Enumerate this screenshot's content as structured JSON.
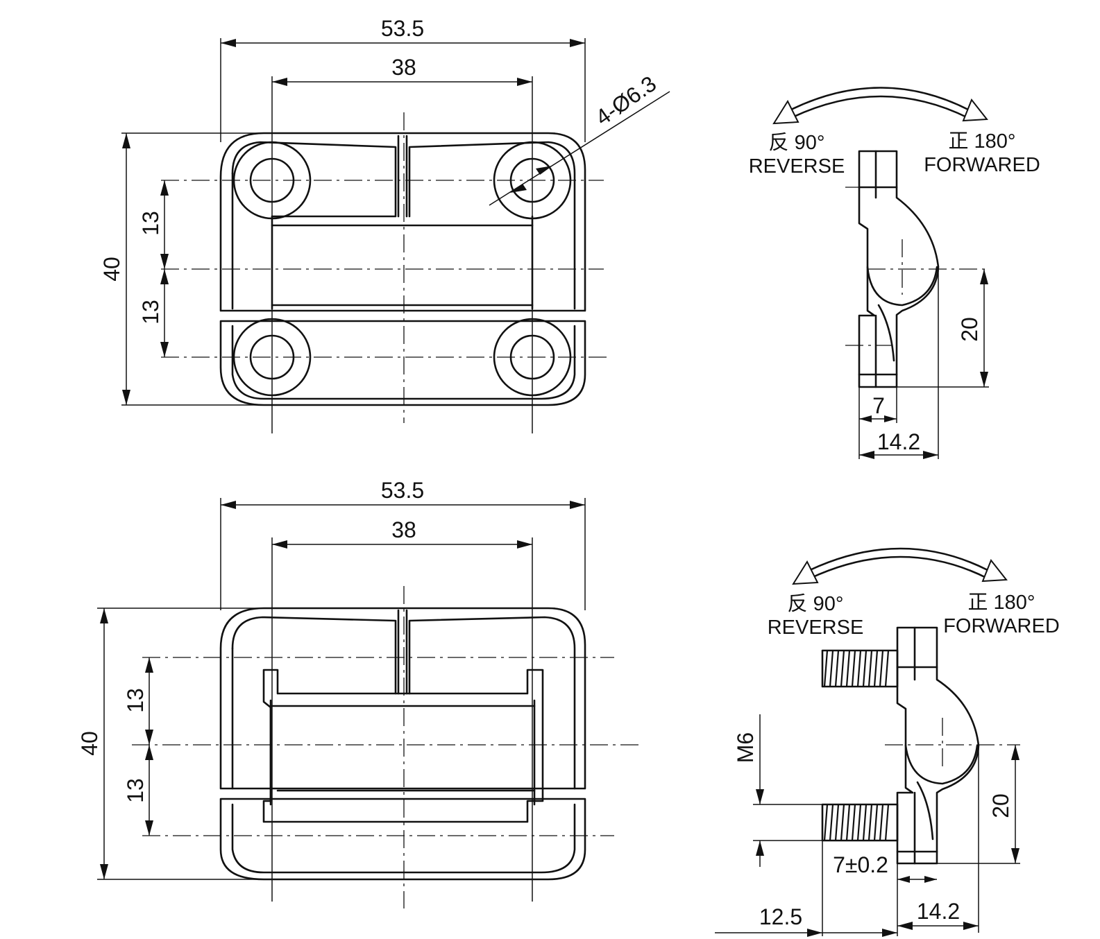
{
  "top_front_view": {
    "overall_width": "53.5",
    "hole_spacing_width": "38",
    "hole_callout": "4-Ø6.3",
    "overall_height": "40",
    "upper_half_height": "13",
    "lower_half_height": "13"
  },
  "top_side_view": {
    "reverse_angle": "反 90°",
    "reverse_label": "REVERSE",
    "forward_angle": "正 180°",
    "forward_label": "FORWARED",
    "pivot_height": "20",
    "leaf_thickness": "7",
    "overall_depth": "14.2"
  },
  "bottom_front_view": {
    "overall_width": "53.5",
    "hole_spacing_width": "38",
    "overall_height": "40",
    "upper_half_height": "13",
    "lower_half_height": "13"
  },
  "bottom_side_view": {
    "reverse_angle": "反 90°",
    "reverse_label": "REVERSE",
    "forward_angle": "正 180°",
    "forward_label": "FORWARED",
    "thread_size": "M6",
    "pivot_height": "20",
    "leaf_thickness": "7±0.2",
    "stud_length": "12.5",
    "overall_depth": "14.2"
  }
}
